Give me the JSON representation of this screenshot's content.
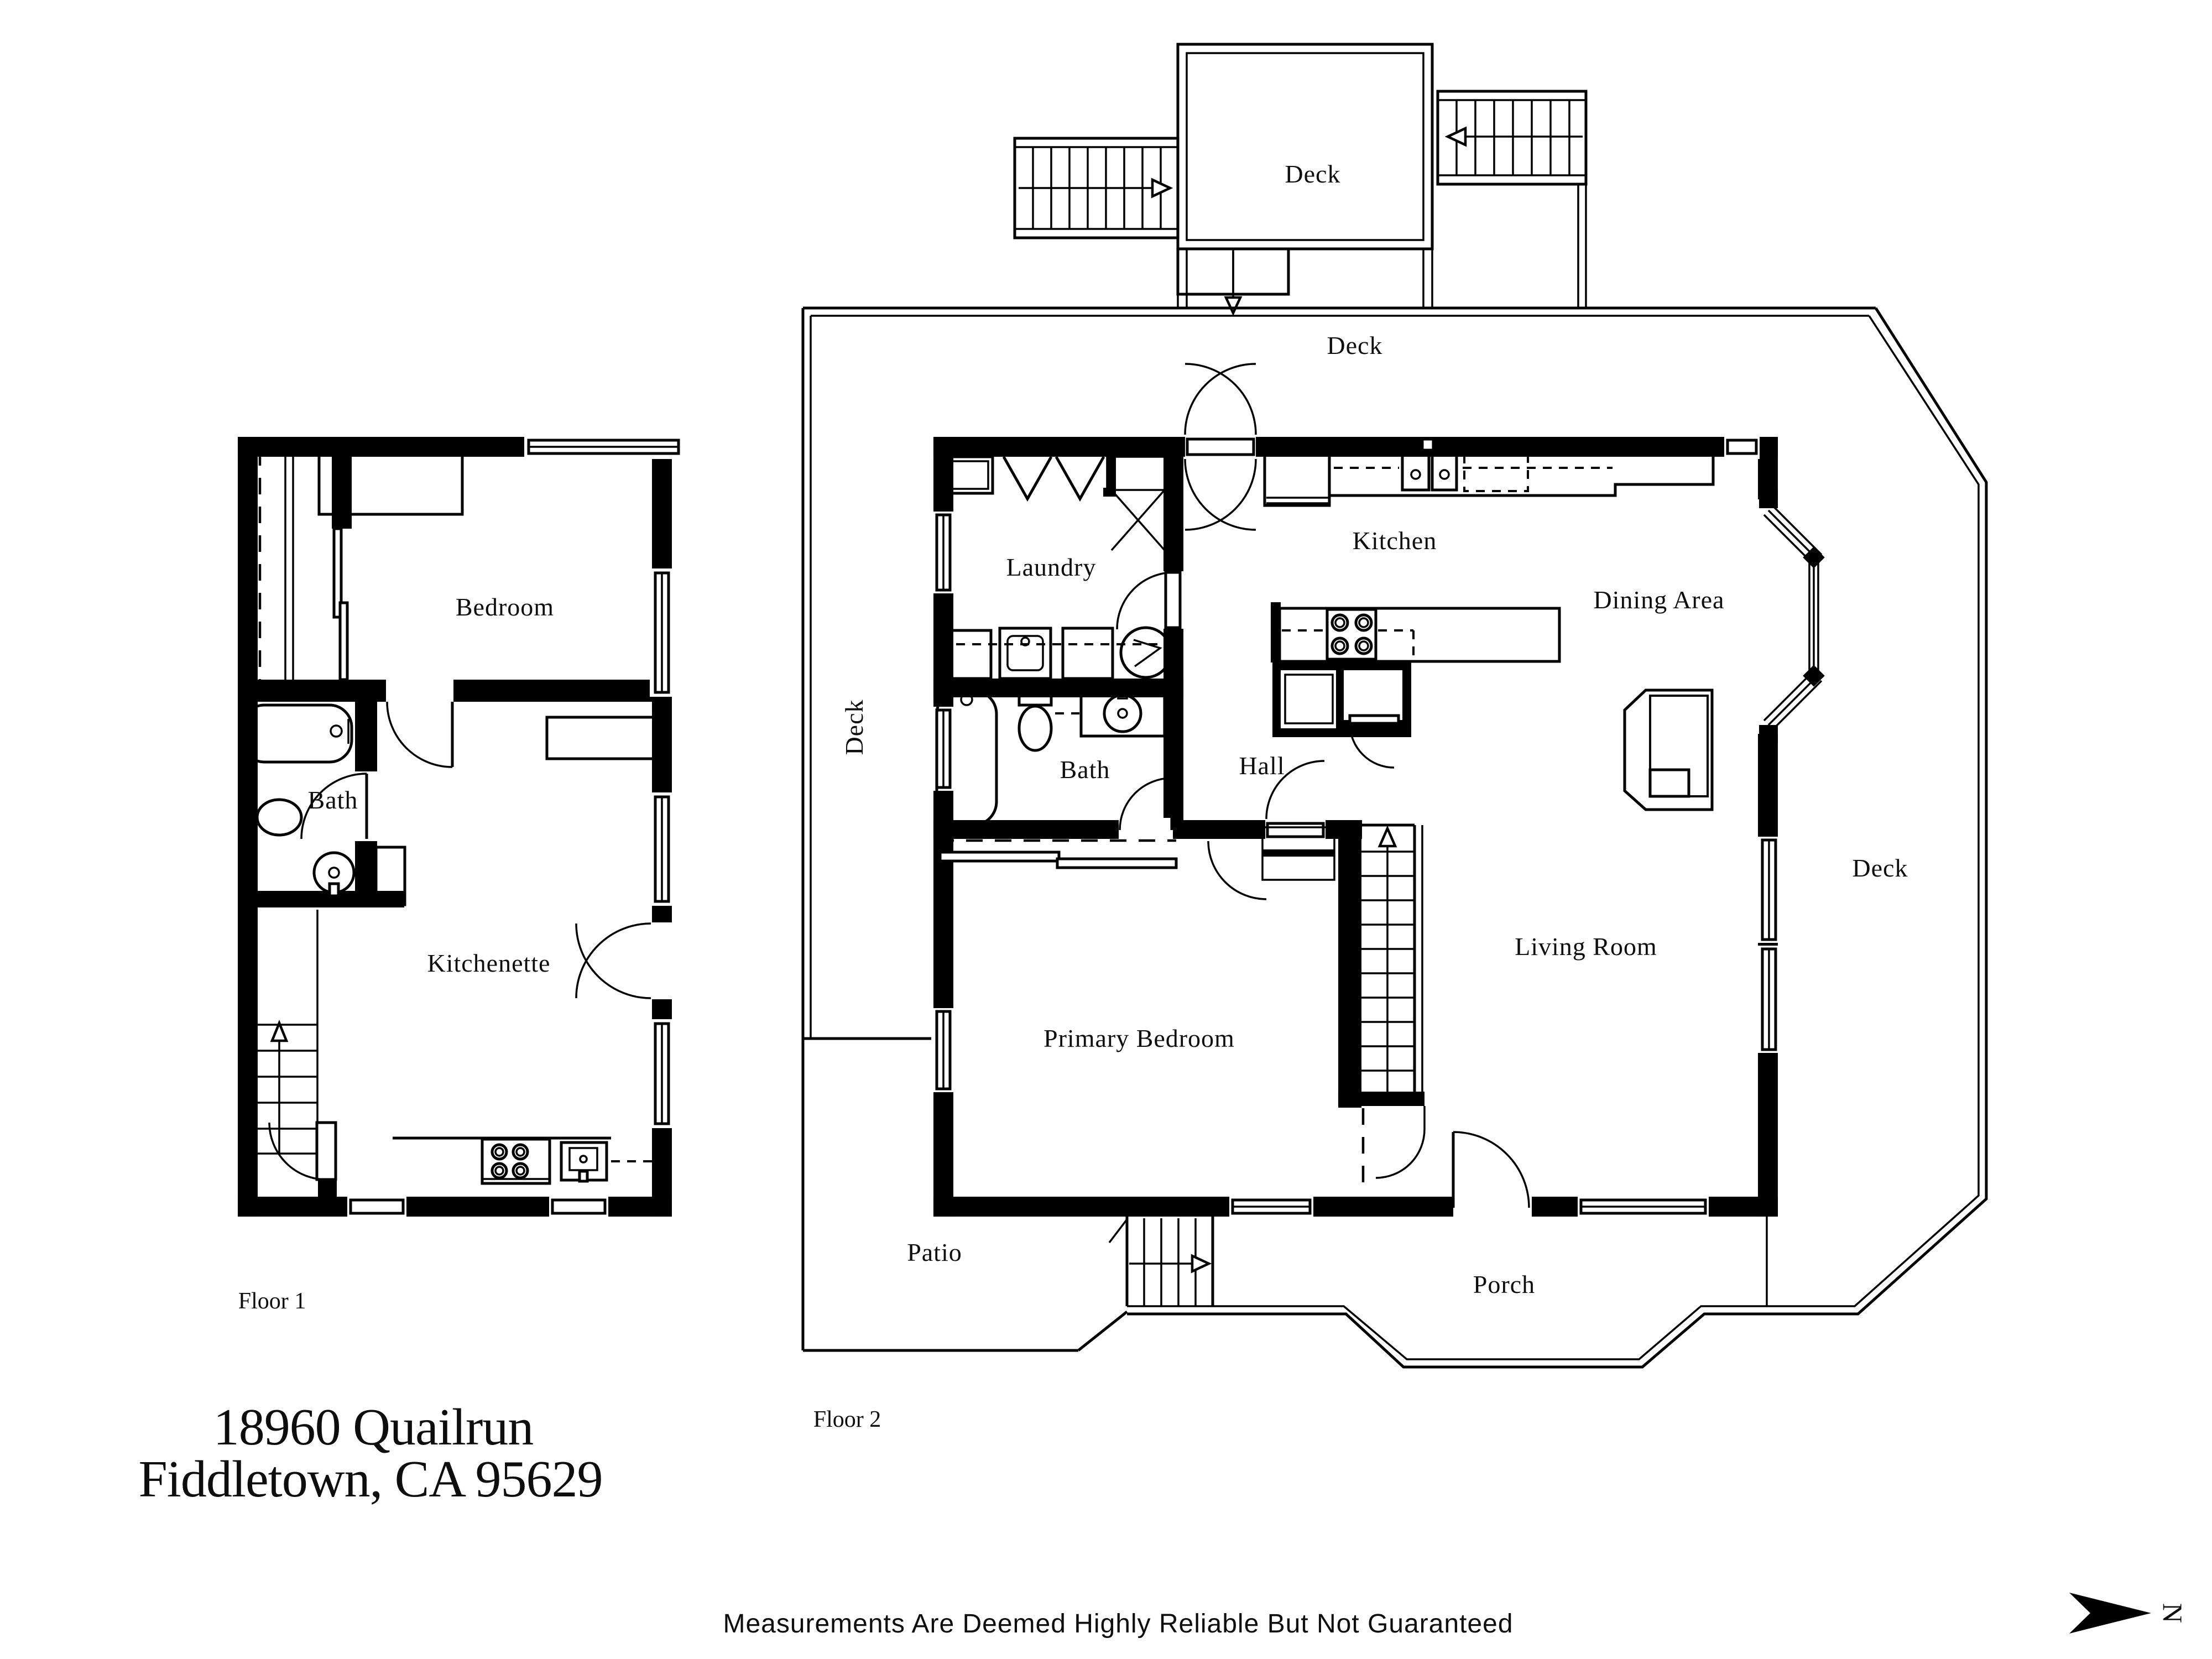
{
  "title_block": {
    "address_line1": "18960 Quailrun",
    "address_line2": "Fiddletown, CA  95629",
    "disclaimer": "Measurements Are Deemed Highly Reliable But Not Guaranteed",
    "north_label": "N"
  },
  "floor1": {
    "label": "Floor 1",
    "rooms": {
      "bedroom": "Bedroom",
      "bath": "Bath",
      "kitchenette": "Kitchenette"
    }
  },
  "floor2": {
    "label": "Floor 2",
    "rooms": {
      "laundry": "Laundry",
      "bath": "Bath",
      "hall": "Hall",
      "kitchen": "Kitchen",
      "dining_area": "Dining Area",
      "living_room": "Living Room",
      "primary_bedroom": "Primary Bedroom"
    },
    "outdoor": {
      "deck_structure": "Deck",
      "deck_top": "Deck",
      "deck_left": "Deck",
      "deck_right": "Deck",
      "patio": "Patio",
      "porch": "Porch"
    }
  },
  "colors": {
    "ink": "#000000",
    "paper": "#ffffff"
  }
}
